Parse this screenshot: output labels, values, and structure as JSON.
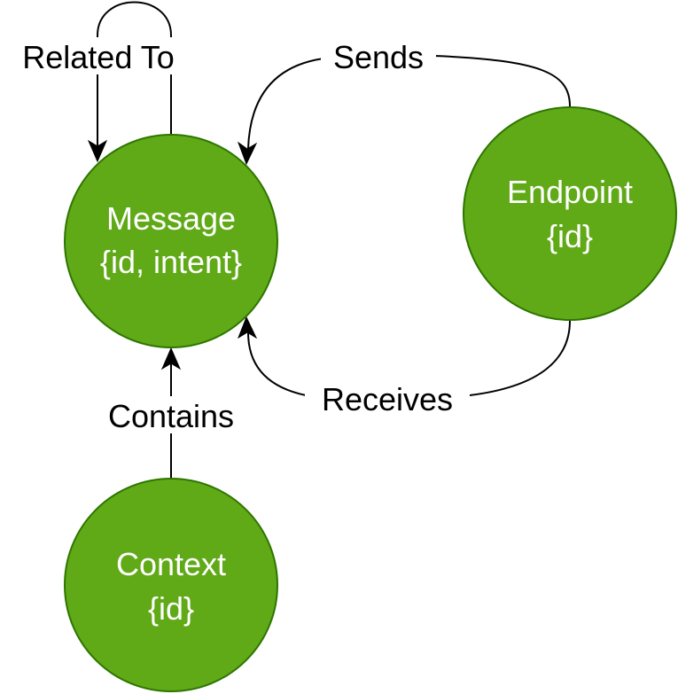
{
  "nodes": {
    "message": {
      "line1": "Message",
      "line2": "{id, intent}"
    },
    "endpoint": {
      "line1": "Endpoint",
      "line2": "{id}"
    },
    "context": {
      "line1": "Context",
      "line2": "{id}"
    }
  },
  "edges": {
    "related_to": {
      "label": "Related To"
    },
    "sends": {
      "label": "Sends"
    },
    "receives": {
      "label": "Receives"
    },
    "contains": {
      "label": "Contains"
    }
  },
  "colors": {
    "node_fill": "#60a917",
    "node_stroke": "#2d7600",
    "node_text": "#ffffff",
    "edge": "#000000",
    "background": "#ffffff"
  }
}
